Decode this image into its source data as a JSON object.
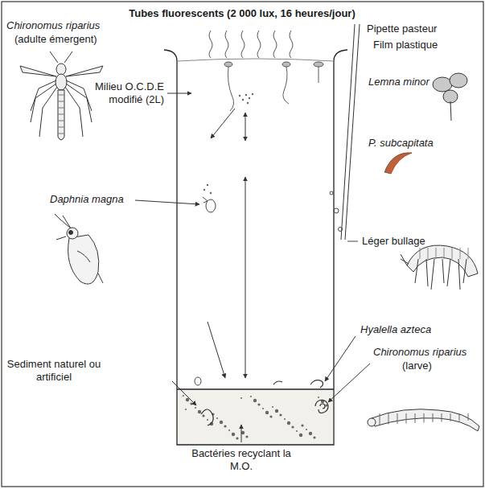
{
  "diagram": {
    "title": "Tubes fluorescents (2 000 lux, 16 heures/jour)",
    "labels": [
      "Chironomus riparius",
      "(adulte émergent)",
      "Pipette pasteur",
      "Film plastique",
      "Lemna minor",
      "Milieu O.C.D.E modifié (2L)",
      "P. subcapitata",
      "Daphnia magna",
      "Léger bullage",
      "Hyalella azteca",
      "Sediment naturel ou artificiel",
      "Chironomus riparius",
      "(larve)",
      "Bactéries recyclant la M.O."
    ]
  }
}
